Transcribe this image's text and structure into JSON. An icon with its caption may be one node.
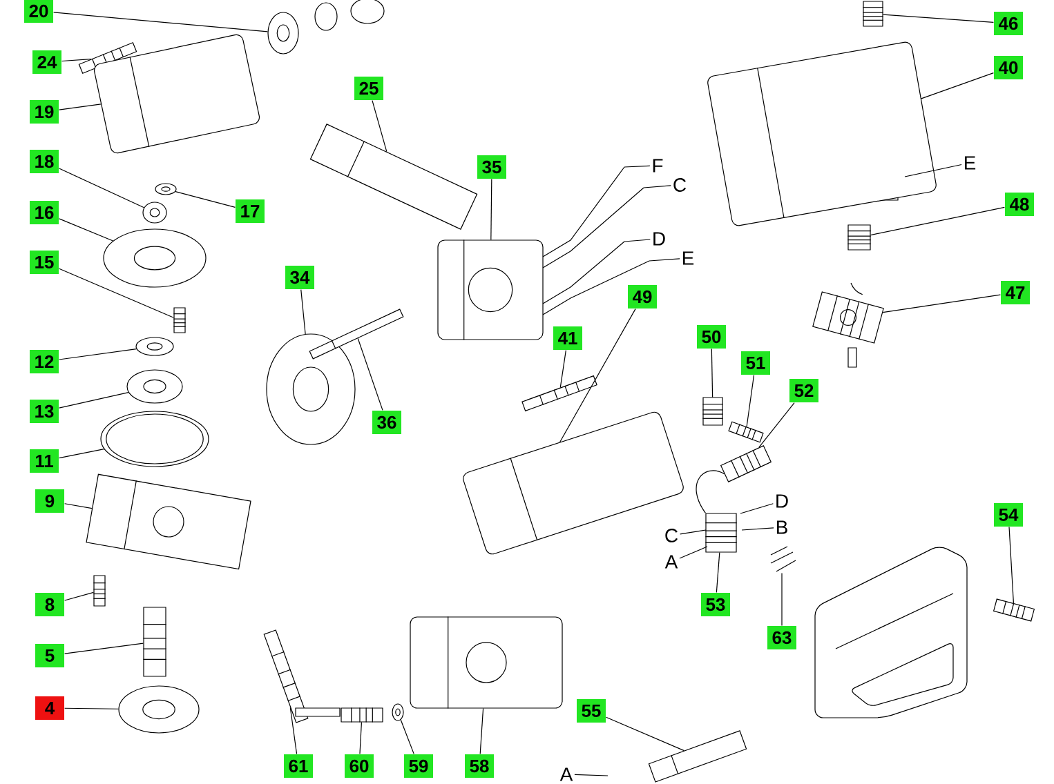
{
  "diagram": {
    "nodes": [
      {
        "text": [
          "20"
        ]
      },
      {
        "text": [],
        "shape": "picture"
      },
      {
        "text": [
          "24"
        ]
      },
      {
        "text": [],
        "shape": "picture"
      },
      {
        "text": [
          "19"
        ]
      },
      {
        "text": [],
        "shape": "picture"
      },
      {
        "text": [
          "18"
        ]
      },
      {
        "text": [],
        "shape": "picture"
      },
      {
        "text": [
          "17"
        ]
      },
      {
        "text": [],
        "shape": "picture"
      },
      {
        "text": [
          "16"
        ]
      },
      {
        "text": [],
        "shape": "picture"
      },
      {
        "text": [
          "15"
        ]
      },
      {
        "text": [],
        "shape": "box"
      },
      {
        "text": [
          "12"
        ]
      },
      {
        "text": [],
        "shape": "picture"
      },
      {
        "text": [
          "13"
        ]
      },
      {
        "text": [],
        "shape": "picture"
      },
      {
        "text": [
          "11"
        ]
      },
      {
        "text": [],
        "shape": "picture"
      },
      {
        "text": [
          "9"
        ]
      },
      {
        "text": [],
        "shape": "picture"
      },
      {
        "text": [
          "8"
        ]
      },
      {
        "text": [],
        "shape": "box"
      },
      {
        "text": [
          "5"
        ]
      },
      {
        "text": [],
        "shape": "box"
      },
      {
        "text": [
          "4"
        ]
      },
      {
        "text": [],
        "shape": "picture"
      },
      {
        "text": [
          "25"
        ]
      },
      {
        "text": [],
        "shape": "picture"
      },
      {
        "text": [
          "35"
        ]
      },
      {
        "text": [],
        "shape": "picture"
      },
      {
        "text": [
          "F"
        ]
      },
      {
        "text": [
          "C"
        ]
      },
      {
        "text": [
          "D"
        ]
      },
      {
        "text": [
          "E"
        ]
      },
      {
        "text": [
          "34"
        ]
      },
      {
        "text": [],
        "shape": "picture"
      },
      {
        "text": [
          "36"
        ]
      },
      {
        "text": [],
        "shape": "picture"
      },
      {
        "text": [
          "41"
        ]
      },
      {
        "text": [],
        "shape": "picture"
      },
      {
        "text": [
          "49"
        ]
      },
      {
        "text": [],
        "shape": "picture"
      },
      {
        "text": [
          "50"
        ]
      },
      {
        "text": [],
        "shape": "box"
      },
      {
        "text": [
          "51"
        ]
      },
      {
        "text": [],
        "shape": "picture"
      },
      {
        "text": [
          "52"
        ]
      },
      {
        "text": [],
        "shape": "picture"
      },
      {
        "text": [
          "D"
        ]
      },
      {
        "text": [
          "B"
        ]
      },
      {
        "text": [
          "C"
        ]
      },
      {
        "text": [
          "A"
        ]
      },
      {
        "text": [
          "53"
        ]
      },
      {
        "text": [],
        "shape": "picture"
      },
      {
        "text": [
          "63"
        ]
      },
      {
        "text": [],
        "shape": "picture"
      },
      {
        "text": [
          "54"
        ]
      },
      {
        "text": [],
        "shape": "picture"
      },
      {
        "text": [
          "55"
        ]
      },
      {
        "text": [],
        "shape": "picture"
      },
      {
        "text": [
          "A"
        ]
      },
      {
        "text": [
          "61"
        ]
      },
      {
        "text": [],
        "shape": "picture"
      },
      {
        "text": [
          "60"
        ]
      },
      {
        "text": [],
        "shape": "box"
      },
      {
        "text": [
          "59"
        ]
      },
      {
        "text": [],
        "shape": "picture"
      },
      {
        "text": [
          "58"
        ]
      },
      {
        "text": [],
        "shape": "picture"
      },
      {
        "text": [
          "46"
        ]
      },
      {
        "text": [],
        "shape": "box"
      },
      {
        "text": [
          "40"
        ]
      },
      {
        "text": [],
        "shape": "picture"
      },
      {
        "text": [
          "E"
        ]
      },
      {
        "text": [
          "48"
        ]
      },
      {
        "text": [],
        "shape": "box"
      },
      {
        "text": [
          "47"
        ]
      },
      {
        "text": [],
        "shape": "picture"
      }
    ],
    "edges": [
      {
        "from": 0,
        "to": 1,
        "arrow": "none"
      },
      {
        "from": 2,
        "to": 3,
        "arrow": "none"
      },
      {
        "from": 4,
        "to": 5,
        "arrow": "none"
      },
      {
        "from": 6,
        "to": 7,
        "arrow": "none"
      },
      {
        "from": 8,
        "to": 9,
        "arrow": "none"
      },
      {
        "from": 10,
        "to": 11,
        "arrow": "none"
      },
      {
        "from": 12,
        "to": 13,
        "arrow": "none"
      },
      {
        "from": 14,
        "to": 15,
        "arrow": "none"
      },
      {
        "from": 16,
        "to": 17,
        "arrow": "none"
      },
      {
        "from": 18,
        "to": 19,
        "arrow": "none"
      },
      {
        "from": 20,
        "to": 21,
        "arrow": "none"
      },
      {
        "from": 22,
        "to": 23,
        "arrow": "none"
      },
      {
        "from": 24,
        "to": 25,
        "arrow": "none"
      },
      {
        "from": 26,
        "to": 27,
        "arrow": "none"
      },
      {
        "from": 28,
        "to": 29,
        "arrow": "none"
      },
      {
        "from": 30,
        "to": 31,
        "arrow": "none"
      },
      {
        "from": 32,
        "to": 31,
        "arrow": "none"
      },
      {
        "from": 33,
        "to": 31,
        "arrow": "none"
      },
      {
        "from": 34,
        "to": 31,
        "arrow": "none"
      },
      {
        "from": 35,
        "to": 31,
        "arrow": "none"
      },
      {
        "from": 36,
        "to": 37,
        "arrow": "none"
      },
      {
        "from": 38,
        "to": 39,
        "arrow": "none"
      },
      {
        "from": 40,
        "to": 41,
        "arrow": "none"
      },
      {
        "from": 42,
        "to": 43,
        "arrow": "none"
      },
      {
        "from": 44,
        "to": 45,
        "arrow": "none"
      },
      {
        "from": 46,
        "to": 47,
        "arrow": "none"
      },
      {
        "from": 48,
        "to": 49,
        "arrow": "none"
      },
      {
        "from": 50,
        "to": 55,
        "arrow": "none"
      },
      {
        "from": 51,
        "to": 55,
        "arrow": "none"
      },
      {
        "from": 52,
        "to": 55,
        "arrow": "none"
      },
      {
        "from": 53,
        "to": 55,
        "arrow": "none"
      },
      {
        "from": 54,
        "to": 55,
        "arrow": "none"
      },
      {
        "from": 56,
        "to": 57,
        "arrow": "none"
      },
      {
        "from": 58,
        "to": 59,
        "arrow": "none"
      },
      {
        "from": 60,
        "to": 61,
        "arrow": "none"
      },
      {
        "from": 62,
        "to": null,
        "arrow": "none"
      },
      {
        "from": 63,
        "to": 64,
        "arrow": "none"
      },
      {
        "from": 65,
        "to": 66,
        "arrow": "none"
      },
      {
        "from": 67,
        "to": 68,
        "arrow": "none"
      },
      {
        "from": 69,
        "to": 70,
        "arrow": "none"
      },
      {
        "from": 71,
        "to": 72,
        "arrow": "none"
      },
      {
        "from": 73,
        "to": 74,
        "arrow": "none"
      },
      {
        "from": 75,
        "to": 74,
        "arrow": "none"
      },
      {
        "from": 76,
        "to": 77,
        "arrow": "none"
      },
      {
        "from": 78,
        "to": 79,
        "arrow": "none"
      }
    ]
  }
}
